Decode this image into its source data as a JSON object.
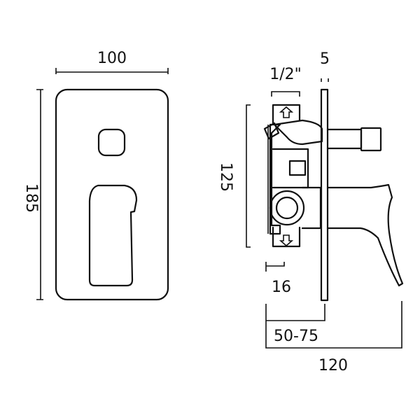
{
  "dimensions": {
    "plate_width": "100",
    "plate_height": "185",
    "inlet_thread": "1/2\"",
    "plate_thickness": "5",
    "body_height": "125",
    "inlet_offset": "16",
    "wall_depth": "50-75",
    "overall_depth": "120"
  },
  "colors": {
    "line": "#111111",
    "background": "#ffffff"
  }
}
